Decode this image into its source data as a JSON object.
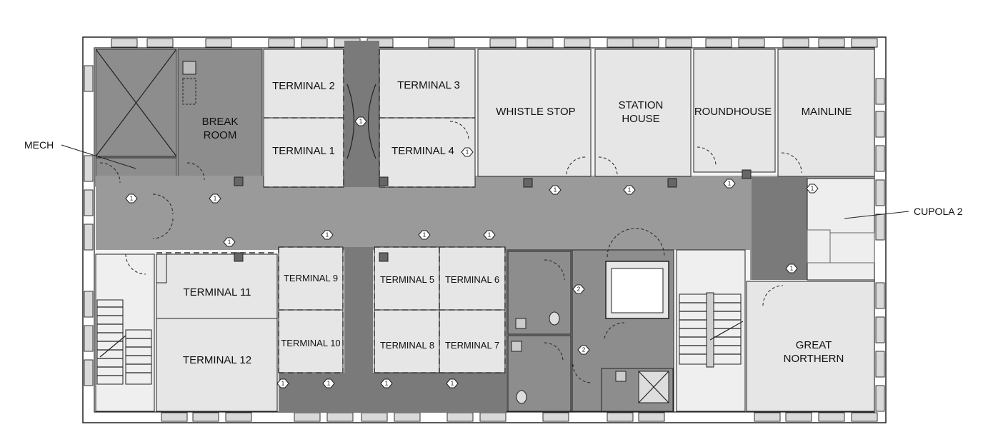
{
  "rooms": {
    "terminal_2": "TERMINAL 2",
    "terminal_3": "TERMINAL 3",
    "terminal_1": "TERMINAL 1",
    "terminal_4": "TERMINAL 4",
    "break_room_line1": "BREAK",
    "break_room_line2": "ROOM",
    "whistle_stop": "WHISTLE STOP",
    "station_house_line1": "STATION",
    "station_house_line2": "HOUSE",
    "roundhouse": "ROUNDHOUSE",
    "mainline": "MAINLINE",
    "terminal_11": "TERMINAL 11",
    "terminal_12": "TERMINAL 12",
    "terminal_9": "TERMINAL 9",
    "terminal_10": "TERMINAL 10",
    "terminal_5": "TERMINAL 5",
    "terminal_6": "TERMINAL 6",
    "terminal_8": "TERMINAL 8",
    "terminal_7": "TERMINAL 7",
    "great_northern_line1": "GREAT",
    "great_northern_line2": "NORTHERN"
  },
  "callouts": {
    "mech": "MECH",
    "cupola_2": "CUPOLA 2"
  },
  "tags": {
    "t1": "1",
    "t2": "2"
  },
  "colors": {
    "room_light": "#e6e6e6",
    "corridor": "#9a9a9a",
    "dark": "#7a7a7a",
    "service": "#8d8d8d",
    "wall": "#222222"
  }
}
